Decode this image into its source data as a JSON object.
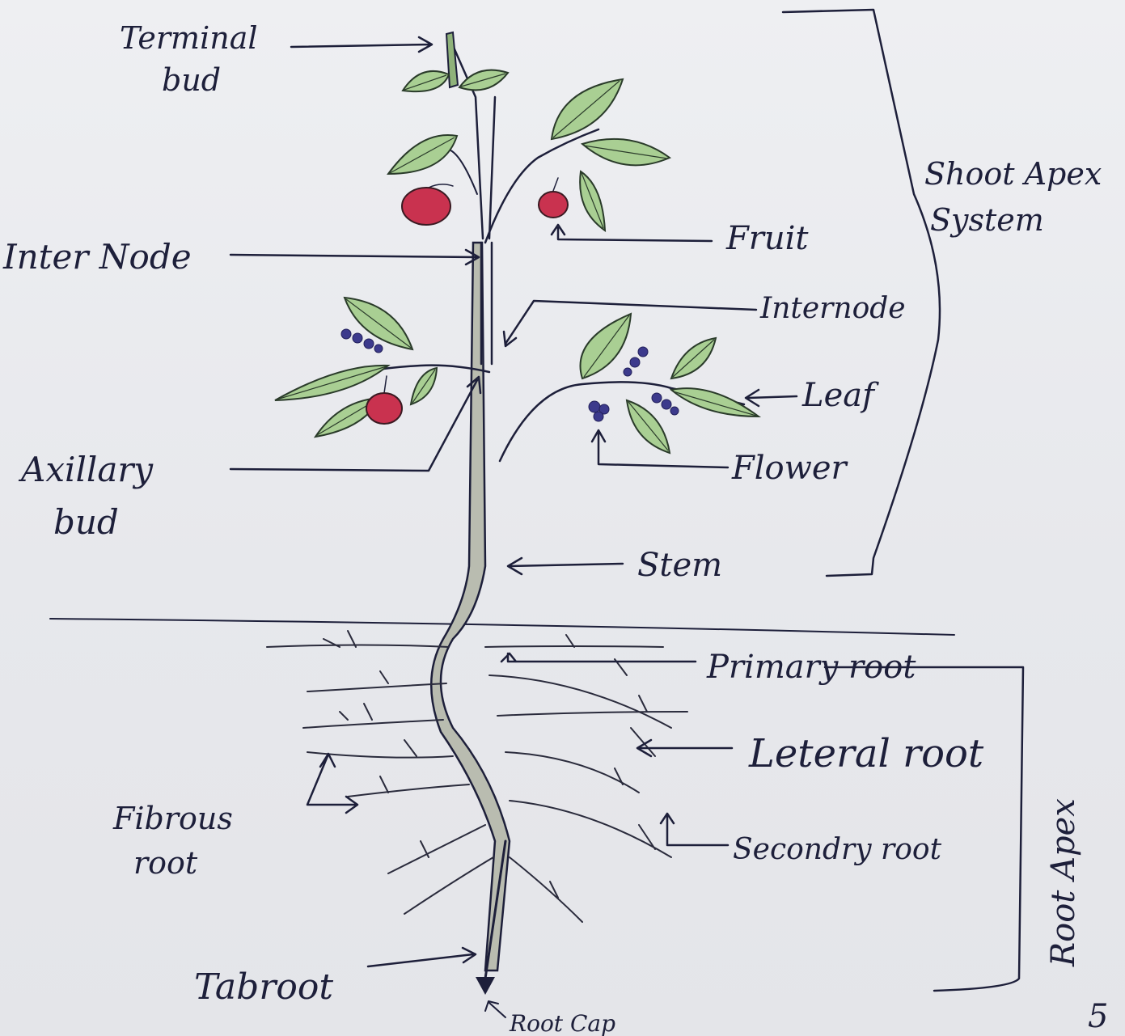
{
  "labels": {
    "terminal_bud": [
      "Terminal",
      "bud"
    ],
    "internode_left": "Inter Node",
    "fruit": "Fruit",
    "internode_right": "Internode",
    "leaf": "Leaf",
    "flower": "Flower",
    "axillary_bud": [
      "Axillary",
      "bud"
    ],
    "stem": "Stem",
    "shoot_apex_system": [
      "Shoot Apex",
      "System"
    ],
    "primary_root": "Primary root",
    "lateral_root": "Leteral root",
    "secondary_root": "Secondry root",
    "fibrous_root": [
      "Fibrous",
      "root"
    ],
    "taproot": "Tabroot",
    "root_cap": "Root Cap",
    "root_apex": "Root Apex",
    "page_mark": "5"
  },
  "colors": {
    "ink": "#1d1f3a",
    "leaf": "#a9cf93",
    "fruit": "#c9324f",
    "flower": "#3c3a8c",
    "stem_shade": "#b9bcb0",
    "paper": "#e9eaee"
  }
}
